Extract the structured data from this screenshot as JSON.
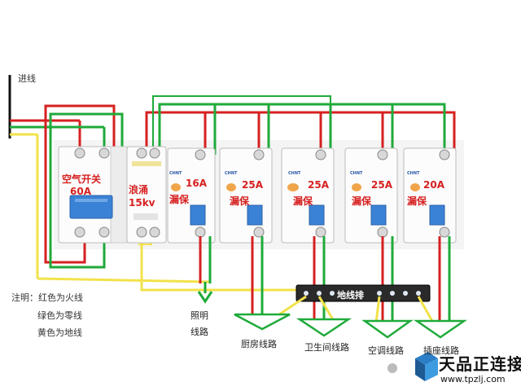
{
  "inlet_label": "进线",
  "legend": {
    "title": "注明：红色为火线",
    "green": "绿色为零线",
    "yellow": "黄色为地线"
  },
  "breakers": [
    {
      "name": "空气开关",
      "rating": "60A"
    },
    {
      "name": "浪涌",
      "rating": "15kv"
    }
  ],
  "rcbos": [
    {
      "rating": "16A",
      "type": "漏保"
    },
    {
      "rating": "25A",
      "type": "漏保"
    },
    {
      "rating": "25A",
      "type": "漏保"
    },
    {
      "rating": "25A",
      "type": "漏保"
    },
    {
      "rating": "20A",
      "type": "漏保"
    }
  ],
  "busbar_label": "地线排",
  "circuits": [
    {
      "label_line1": "照明",
      "label_line2": "线路"
    },
    {
      "label": "厨房线路"
    },
    {
      "label": "卫生间线路"
    },
    {
      "label": "空调线路"
    },
    {
      "label": "插座线路"
    }
  ],
  "device_brand": "CHNT",
  "watermark": {
    "name": "天品正连接",
    "url": "www.tpzlj.com"
  },
  "colors": {
    "live": "#d62020",
    "neutral": "#1faa3a",
    "earth": "#f2e24a",
    "handle": "#3a82d6"
  }
}
